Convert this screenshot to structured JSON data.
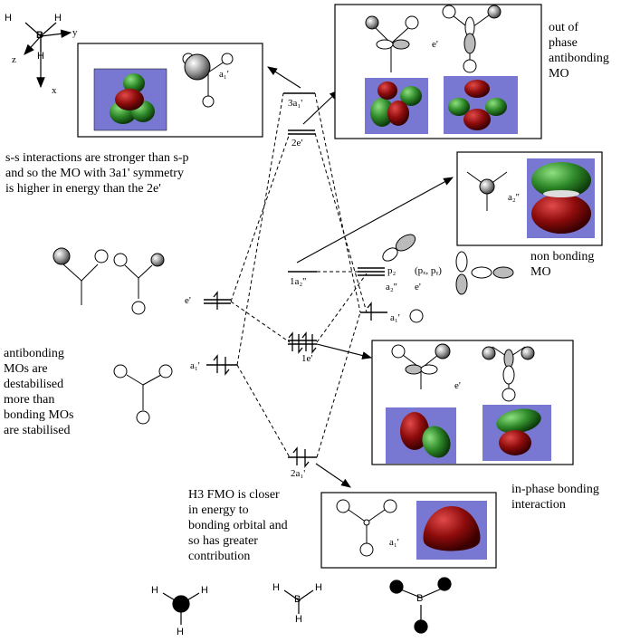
{
  "frame": {
    "x_label": "x",
    "y_label": "y",
    "z_label": "z",
    "b_label": "B",
    "h_label": "H"
  },
  "annotations": {
    "ss_note": "s-s interactions are stronger than s-p\nand so the MO with 3a1' symmetry\nis higher in energy than the 2e'",
    "antibonding_note": "antibonding\nMOs are\ndestabilised\nmore than\nbonding MOs\nare stabilised",
    "fmo_note": "H3 FMO is closer\nin energy to\nbonding orbital and\nso has greater\ncontribution",
    "out_of_phase": "out of\nphase\nantibonding\nMO",
    "non_bonding": "non bonding\nMO",
    "in_phase": "in-phase bonding\ninteraction"
  },
  "levels": {
    "mo_3a1": "3a₁'",
    "mo_2e": "2e'",
    "mo_1a2": "1a₂''",
    "mo_1e": "1e'",
    "mo_2a1": "2a₁'",
    "h3_e": "e'",
    "h3_a1": "a₁'",
    "b_pz": "p₂",
    "b_a2": "a₂''",
    "b_pxpy": "(pₓ, pᵧ)",
    "b_e": "e'",
    "b_a1": "a₁'"
  },
  "box_labels": {
    "a1_top": "a₁'",
    "e_top": "e'",
    "a2_nb": "a₂''",
    "e_bonding": "e'",
    "a1_bottom": "a₁'"
  },
  "molecules": {
    "h": "H",
    "b": "B"
  },
  "colors": {
    "lobe_green": "#2f8a2a",
    "lobe_red": "#8e0c0c",
    "box_bg": "#7878d2"
  }
}
